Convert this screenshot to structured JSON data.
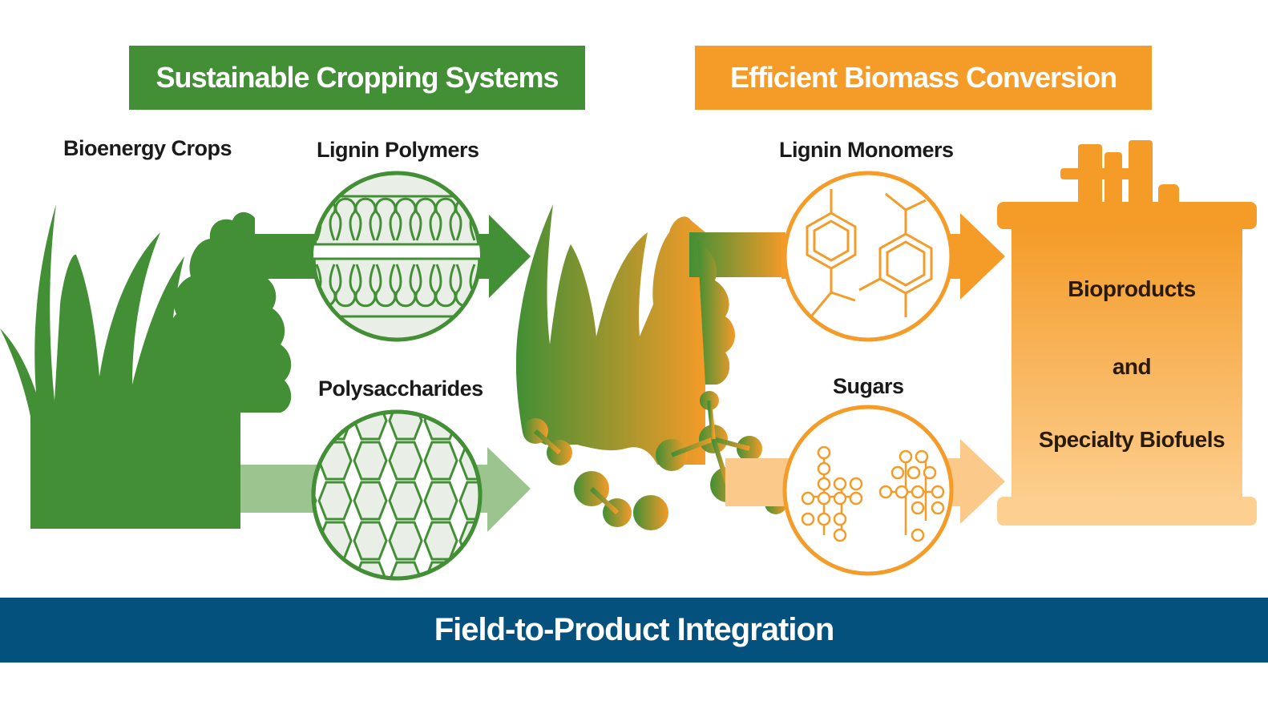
{
  "headers": {
    "cropping": "Sustainable Cropping Systems",
    "conversion": "Efficient Biomass Conversion"
  },
  "labels": {
    "bioenergy_crops": "Bioenergy Crops",
    "lignin_polymers": "Lignin Polymers",
    "polysaccharides": "Polysaccharides",
    "lignin_monomers": "Lignin Monomers",
    "sugars": "Sugars"
  },
  "tank": {
    "line1": "Bioproducts",
    "line2": "and",
    "line3": "Specialty Biofuels"
  },
  "banner": "Field-to-Product Integration",
  "colors": {
    "green": "#428f35",
    "light_green": "#9bc48e",
    "orange": "#f49b28",
    "light_orange": "#fbc98a",
    "navy": "#04517e"
  }
}
